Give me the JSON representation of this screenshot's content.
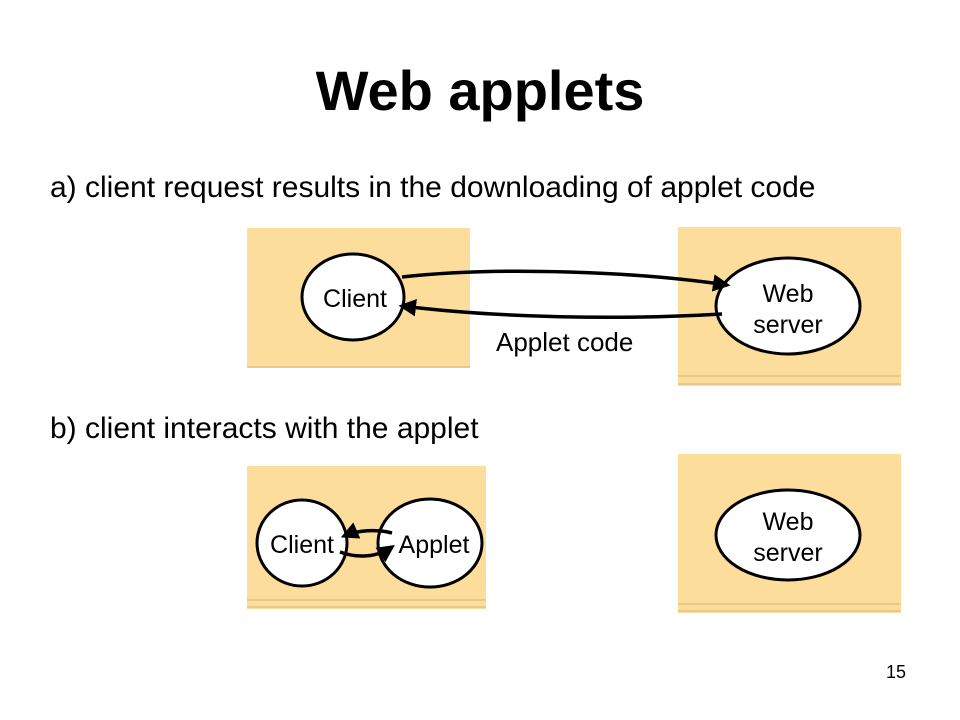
{
  "title": "Web applets",
  "page_number": "15",
  "colors": {
    "box_fill": "#fddd9c",
    "box_edge": "#e9c98a",
    "ellipse_fill": "#ffffff",
    "stroke": "#000000"
  },
  "panel_a": {
    "caption": "a) client request results in the downloading of applet code",
    "client_label": "Client",
    "server_label_line1": "Web",
    "server_label_line2": "server",
    "arrow_label": "Applet code"
  },
  "panel_b": {
    "caption": "b) client  interacts with the applet",
    "client_label": "Client",
    "applet_label": "Applet",
    "server_label_line1": "Web",
    "server_label_line2": "server"
  }
}
